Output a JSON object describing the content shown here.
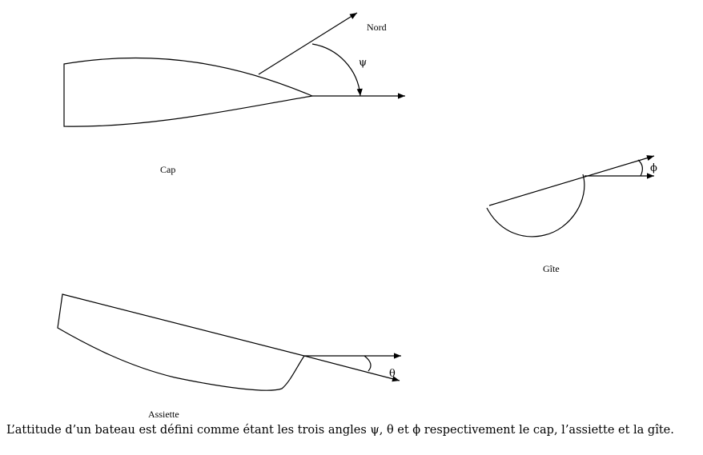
{
  "labels": {
    "nord": "Nord",
    "psi": "ψ",
    "cap": "Cap",
    "phi": "ϕ",
    "gite": "Gîte",
    "theta": "θ",
    "assiette": "Assiette"
  },
  "caption": "L’attitude d’un bateau est défini comme étant les trois angles ψ, θ et ϕ respectivement le cap, l’assiette et la gîte."
}
